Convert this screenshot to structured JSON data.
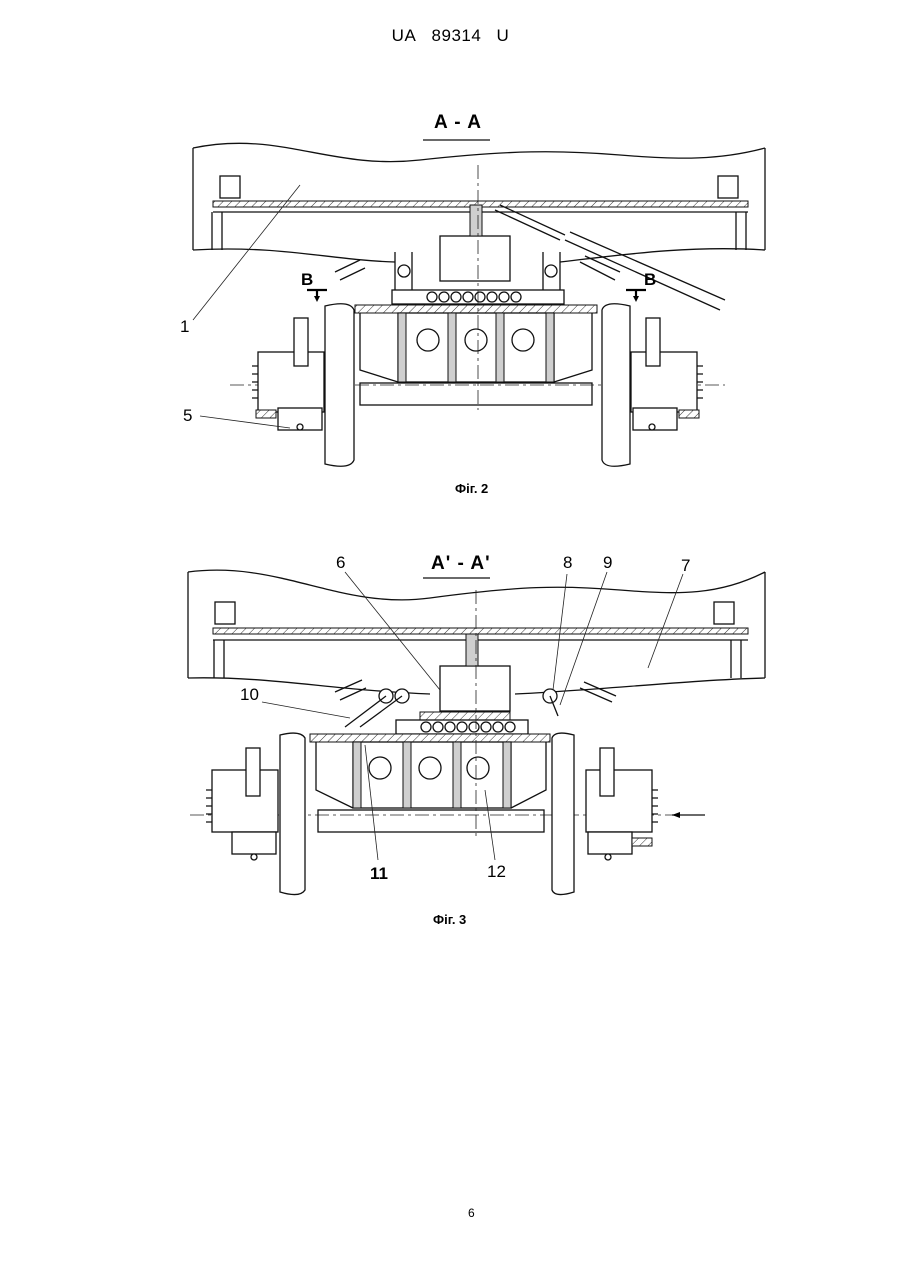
{
  "header": {
    "country": "UA",
    "number": "89314",
    "kind": "U"
  },
  "fig2": {
    "section_title": "A - A",
    "section_marks": [
      "B",
      "B"
    ],
    "labels": [
      "1",
      "5"
    ],
    "caption": "Фіг. 2"
  },
  "fig3": {
    "section_title": "A' - A'",
    "labels": [
      "6",
      "8",
      "9",
      "7",
      "10",
      "11",
      "12"
    ],
    "caption": "Фіг. 3"
  },
  "page_number": "6"
}
